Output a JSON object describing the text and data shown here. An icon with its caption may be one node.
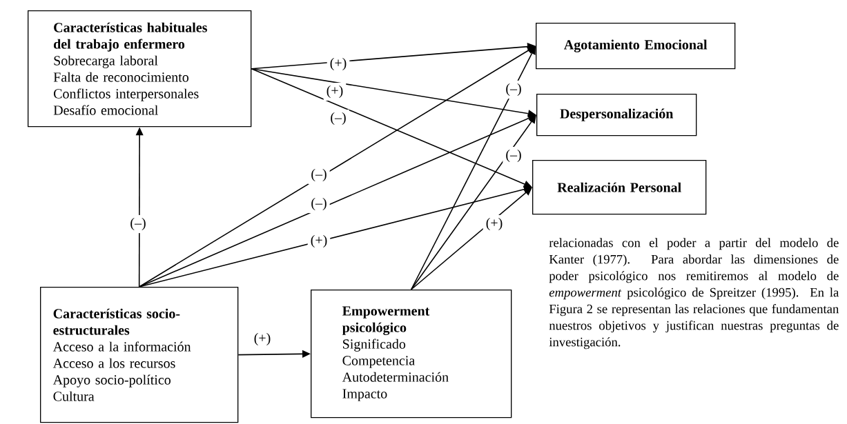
{
  "diagram": {
    "nodes": [
      {
        "text": [
          "Características habituales del trabajo enfermero",
          "Sobrecarga laboral",
          "Falta de reconocimiento",
          "Conflictos interpersonales",
          "Desafío emocional"
        ]
      },
      {
        "text": [
          "Agotamiento Emocional"
        ]
      },
      {
        "text": [
          "Despersonalización"
        ]
      },
      {
        "text": [
          "Realización Personal"
        ]
      },
      {
        "text": [
          "Características socio-estructurales",
          "Acceso a la información",
          "Acceso a los recursos",
          "Apoyo socio-político",
          "Cultura"
        ]
      },
      {
        "text": [
          "Empowerment psicológico",
          "Significado",
          "Competencia",
          "Autodeterminación",
          "Impacto"
        ]
      }
    ],
    "edges": [
      {
        "from": 0,
        "to": 1,
        "arrow": "to",
        "label": "(+)"
      },
      {
        "from": 0,
        "to": 2,
        "arrow": "to",
        "label": "(+)"
      },
      {
        "from": 0,
        "to": 3,
        "arrow": "to",
        "label": "(–)"
      },
      {
        "from": 4,
        "to": 0,
        "arrow": "to",
        "label": "(–)"
      },
      {
        "from": 4,
        "to": 1,
        "arrow": "to",
        "label": "(–)"
      },
      {
        "from": 4,
        "to": 2,
        "arrow": "to",
        "label": "(–)"
      },
      {
        "from": 4,
        "to": 3,
        "arrow": "to",
        "label": "(+)"
      },
      {
        "from": 5,
        "to": 1,
        "arrow": "to",
        "label": "(–)"
      },
      {
        "from": 5,
        "to": 2,
        "arrow": "to",
        "label": "(–)"
      },
      {
        "from": 5,
        "to": 3,
        "arrow": "to",
        "label": "(+)"
      },
      {
        "from": 4,
        "to": 5,
        "arrow": "to",
        "label": "(+)"
      }
    ],
    "labels": [
      "relacionadas con el poder a partir del modelo de Kanter (1977). Para abordar las dimensiones de poder psicológico nos remitiremos al modelo de *empowerment* psicológico de Spreitzer (1995). En la Figura 2 se representan las relaciones que fundamentan nuestros objetivos y justifican nuestras preguntas de investigación."
    ]
  }
}
